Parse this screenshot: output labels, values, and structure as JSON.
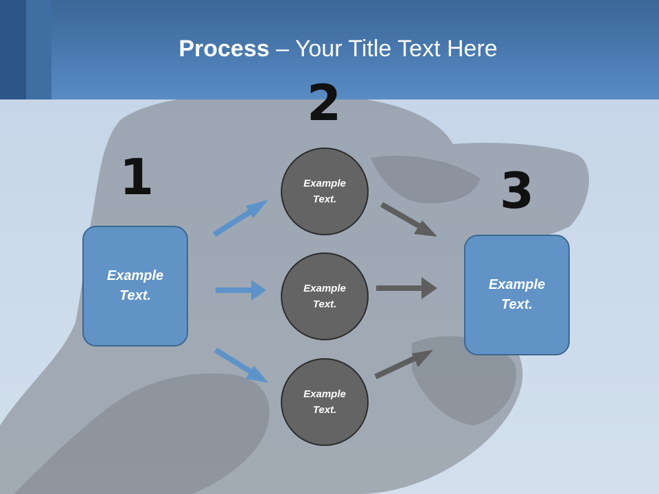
{
  "title": {
    "bold": "Process",
    "rest": " – Your Title Text Here"
  },
  "steps": {
    "one": "1",
    "two": "2",
    "three": "3"
  },
  "boxes": {
    "left": "Example Text.",
    "right": "Example Text."
  },
  "circles": {
    "top": "Example Text.",
    "middle": "Example Text.",
    "bottom": "Example Text."
  },
  "colors": {
    "header": "#4878ae",
    "box_fill": "#6193c6",
    "circle_fill": "#646464",
    "arrow_blue": "#5e93c9",
    "arrow_gray": "#5e5e5e"
  }
}
